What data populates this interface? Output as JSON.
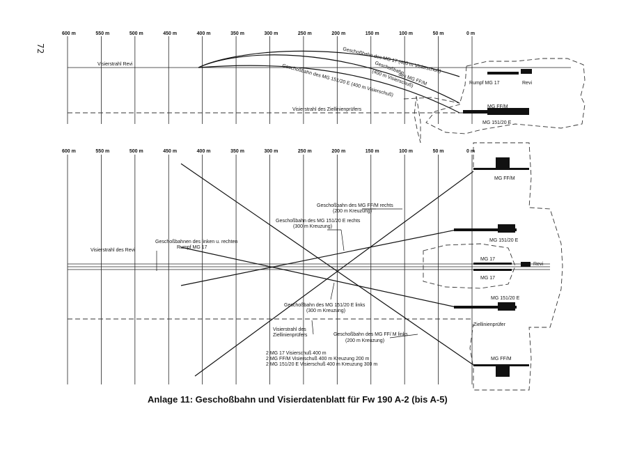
{
  "page_number": "72",
  "distance_ticks": [
    "600 m",
    "550 m",
    "500 m",
    "450 m",
    "400 m",
    "350 m",
    "300 m",
    "250 m",
    "200 m",
    "150 m",
    "100 m",
    "50 m",
    "0 m"
  ],
  "side_view": {
    "labels": {
      "visierstrahl_revi": "Visierstrahl Revi",
      "trajectory_mg17": "Geschoßbahn des MG 17 (400 m Visierschuß)",
      "trajectory_mgff_1": "Geschoßbahn",
      "trajectory_mgff_2": "des MG FF/M",
      "trajectory_mgff_3": "(400 m Visierschuß)",
      "trajectory_mg151": "Geschoßbahn des MG 151/20 E (400 m Visierschuß)",
      "zielfinder": "Visierstrahl des Ziellinienprüfers",
      "rumpf_mg17": "Rumpf MG 17",
      "revi": "Revi",
      "mgffm": "MG FF/M",
      "mg151": "MG 151/20 E"
    }
  },
  "top_view": {
    "labels": {
      "mgffm_top": "MG FF/M",
      "mg151_top": "MG 151/20 E",
      "mg17_a": "MG 17",
      "mg17_b": "MG 17",
      "revi": "Revi",
      "mg151_bottom": "MG 151/20 E",
      "zielfinder_right": "Ziellinienprüfer",
      "mgffm_bottom": "MG FF/M",
      "mgff_rechts_1": "Geschoßbahn des MG FF/M rechts",
      "mgff_rechts_2": "(200 m Kreuzung)",
      "mg151_rechts_1": "Geschoßbahn des MG 151/20 E rechts",
      "mg151_rechts_2": "(300 m Kreuzung)",
      "mg17_both_1": "Geschoßbahnen des linken u. rechten",
      "mg17_both_2": "Rumpf MG 17",
      "visierstrahl_revi": "Visierstrahl des Revi",
      "mg151_links_1": "Geschoßbahn des MG 151/20 E links",
      "mg151_links_2": "(300 m Kreuzung)",
      "zielfinder_1": "Visierstrahl des",
      "zielfinder_2": "Ziellinienprüfers",
      "mgff_links_1": "Geschoßbahn des MG FF/ M links",
      "mgff_links_2": "(200 m Kreuzung)",
      "summary_1": "2 MG 17 Visierschuß 400 m",
      "summary_2": "2 MG FF/M Visierschuß 400 m Kreuzung 200 m",
      "summary_3": "2 MG 151/20 E Visierschuß 400 m Kreuzung 300 m"
    }
  },
  "caption": "Anlage 11: Geschoßbahn und Visierdatenblatt für Fw 190 A-2 (bis A-5)"
}
